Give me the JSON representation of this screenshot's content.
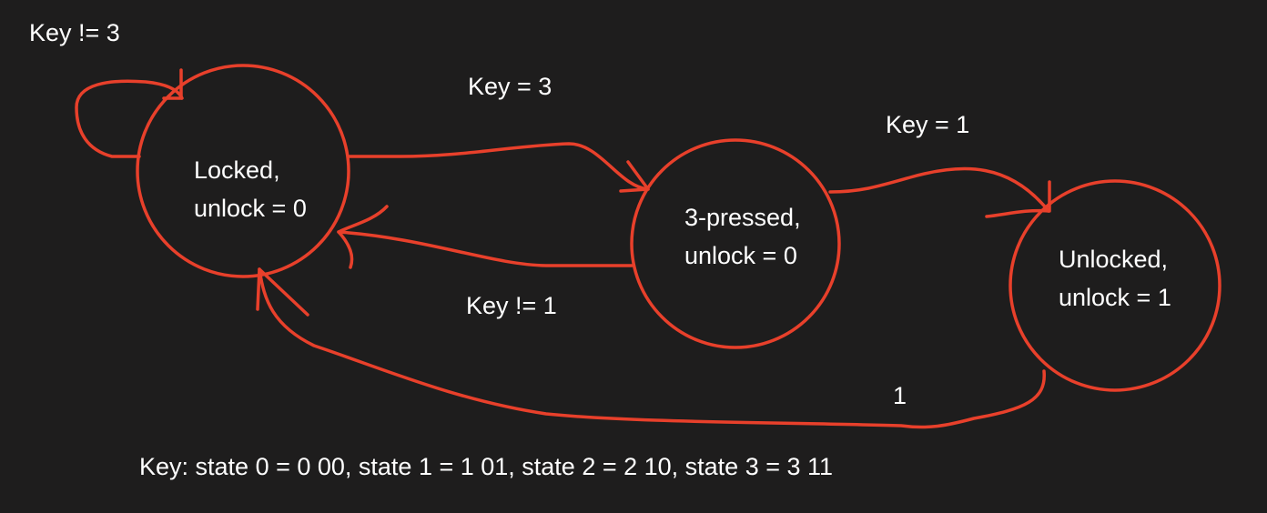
{
  "diagram": {
    "states": {
      "locked": {
        "line1": "Locked,",
        "line2": "unlock = 0"
      },
      "pressed": {
        "line1": "3-pressed,",
        "line2": "unlock = 0"
      },
      "unlocked": {
        "line1": "Unlocked,",
        "line2": "unlock = 1"
      }
    },
    "transitions": {
      "locked_self": "Key != 3",
      "locked_to_pressed": "Key = 3",
      "pressed_to_unlocked": "Key = 1",
      "pressed_to_locked": "Key != 1",
      "unlocked_to_locked": "1"
    },
    "legend": "Key: state 0 = 0 00, state 1 = 1 01, state 2 = 2 10, state 3 = 3 11",
    "colors": {
      "background": "#1e1d1d",
      "stroke": "#e8402b",
      "text": "#ffffff"
    }
  }
}
